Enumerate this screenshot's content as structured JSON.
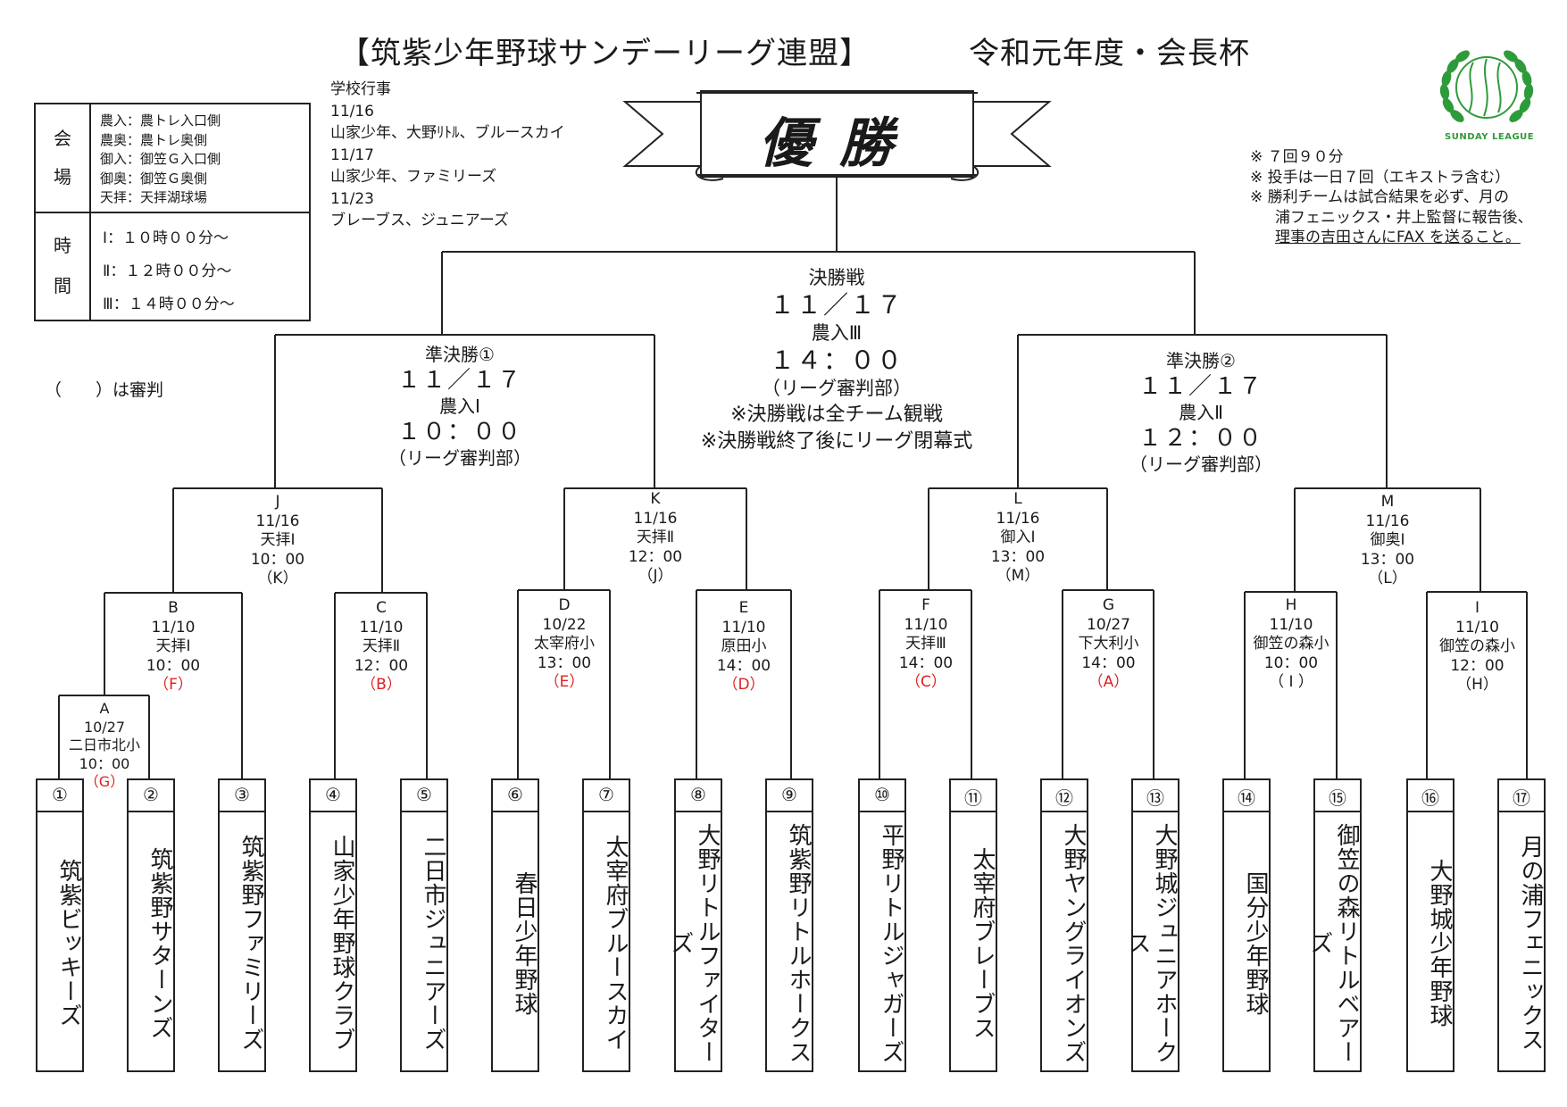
{
  "header": {
    "league": "【筑紫少年野球サンデーリーグ連盟】",
    "tournament": "令和元年度・会長杯",
    "logo_text": "SUNDAY LEAGUE"
  },
  "school_events": {
    "title": "学校行事",
    "lines": [
      "11/16",
      "山家少年、大野ﾘﾄﾙ、ブルースカイ",
      "11/17",
      "山家少年、ファミリーズ",
      "11/23",
      "ブレーブス、ジュニアーズ"
    ]
  },
  "legend": {
    "venue_key": [
      "会",
      "場"
    ],
    "venues": [
      "農入：農トレ入口側",
      "農奥：農トレ奥側",
      "御入：御笠Ｇ入口側",
      "御奥：御笠Ｇ奥側",
      "天拝：天拝湖球場"
    ],
    "time_key": [
      "時",
      "間"
    ],
    "times": [
      "Ⅰ：１０時００分～",
      "Ⅱ：１２時００分～",
      "Ⅲ：１４時００分～"
    ]
  },
  "umpire_note": "（　　）は審判",
  "rules": [
    "※ ７回９０分",
    "※ 投手は一日７回（エキストラ含む）",
    "※ 勝利チームは試合結果を必ず、月の",
    "浦フェニックス・井上監督に報告後、",
    "理事の吉田さんにFAX を送ること。"
  ],
  "champion": "優勝",
  "final": {
    "title": "決勝戦",
    "date": "１１／１７",
    "venue": "農入Ⅲ",
    "time": "１４：００",
    "umpire": "（リーグ審判部）",
    "note1": "※決勝戦は全チーム観戦",
    "note2": "※決勝戦終了後にリーグ閉幕式"
  },
  "semifinals": [
    {
      "title": "準決勝①",
      "date": "１１／１７",
      "venue": "農入Ⅰ",
      "time": "１０：００",
      "umpire": "（リーグ審判部）"
    },
    {
      "title": "準決勝②",
      "date": "１１／１７",
      "venue": "農入Ⅱ",
      "time": "１２：００",
      "umpire": "（リーグ審判部）"
    }
  ],
  "quarterfinals": {
    "J": {
      "id": "J",
      "date": "11/16",
      "venue": "天拝Ⅰ",
      "time": "10：00",
      "umpire": "（K）"
    },
    "K": {
      "id": "K",
      "date": "11/16",
      "venue": "天拝Ⅱ",
      "time": "12：00",
      "umpire": "（J）"
    },
    "L": {
      "id": "L",
      "date": "11/16",
      "venue": "御入Ⅰ",
      "time": "13：00",
      "umpire": "（M）"
    },
    "M": {
      "id": "M",
      "date": "11/16",
      "venue": "御奥Ⅰ",
      "time": "13：00",
      "umpire": "（L）"
    }
  },
  "first_round": {
    "A": {
      "id": "A",
      "date": "10/27",
      "venue": "二日市北小",
      "time": "10：00",
      "umpire": "（G）"
    },
    "B": {
      "id": "B",
      "date": "11/10",
      "venue": "天拝Ⅰ",
      "time": "10：00",
      "umpire": "（F）"
    },
    "C": {
      "id": "C",
      "date": "11/10",
      "venue": "天拝Ⅱ",
      "time": "12：00",
      "umpire": "（B）"
    },
    "D": {
      "id": "D",
      "date": "10/22",
      "venue": "太宰府小",
      "time": "13：00",
      "umpire": "（E）"
    },
    "E": {
      "id": "E",
      "date": "11/10",
      "venue": "原田小",
      "time": "14：00",
      "umpire": "（D）"
    },
    "F": {
      "id": "F",
      "date": "11/10",
      "venue": "天拝Ⅲ",
      "time": "14：00",
      "umpire": "（C）"
    },
    "G": {
      "id": "G",
      "date": "10/27",
      "venue": "下大利小",
      "time": "14：00",
      "umpire": "（A）"
    },
    "H": {
      "id": "H",
      "date": "11/10",
      "venue": "御笠の森小",
      "time": "10：00",
      "umpire": "（ I ）"
    },
    "I": {
      "id": "I",
      "date": "11/10",
      "venue": "御笠の森小",
      "time": "12：00",
      "umpire": "（H）"
    }
  },
  "teams": [
    {
      "num": "①",
      "name": "筑紫ビッキーズ"
    },
    {
      "num": "②",
      "name": "筑紫野サターンズ"
    },
    {
      "num": "③",
      "name": "筑紫野ファミリーズ"
    },
    {
      "num": "④",
      "name": "山家少年野球クラブ"
    },
    {
      "num": "⑤",
      "name": "二日市ジュニアーズ"
    },
    {
      "num": "⑥",
      "name": "春日少年野球"
    },
    {
      "num": "⑦",
      "name": "太宰府ブルースカイ"
    },
    {
      "num": "⑧",
      "name": "大野リトルファイターズ"
    },
    {
      "num": "⑨",
      "name": "筑紫野リトルホークス"
    },
    {
      "num": "⑩",
      "name": "平野リトルジャガーズ"
    },
    {
      "num": "⑪",
      "name": "太宰府ブレーブス"
    },
    {
      "num": "⑫",
      "name": "大野ヤングライオンズ"
    },
    {
      "num": "⑬",
      "name": "大野城ジュニアホークス"
    },
    {
      "num": "⑭",
      "name": "国分少年野球"
    },
    {
      "num": "⑮",
      "name": "御笠の森リトルベアーズ"
    },
    {
      "num": "⑯",
      "name": "大野城少年野球"
    },
    {
      "num": "⑰",
      "name": "月の浦フェニックス"
    }
  ],
  "colors": {
    "umpire": "#e01e1e",
    "logo_green": "#2e9b3a",
    "line": "#222222"
  }
}
